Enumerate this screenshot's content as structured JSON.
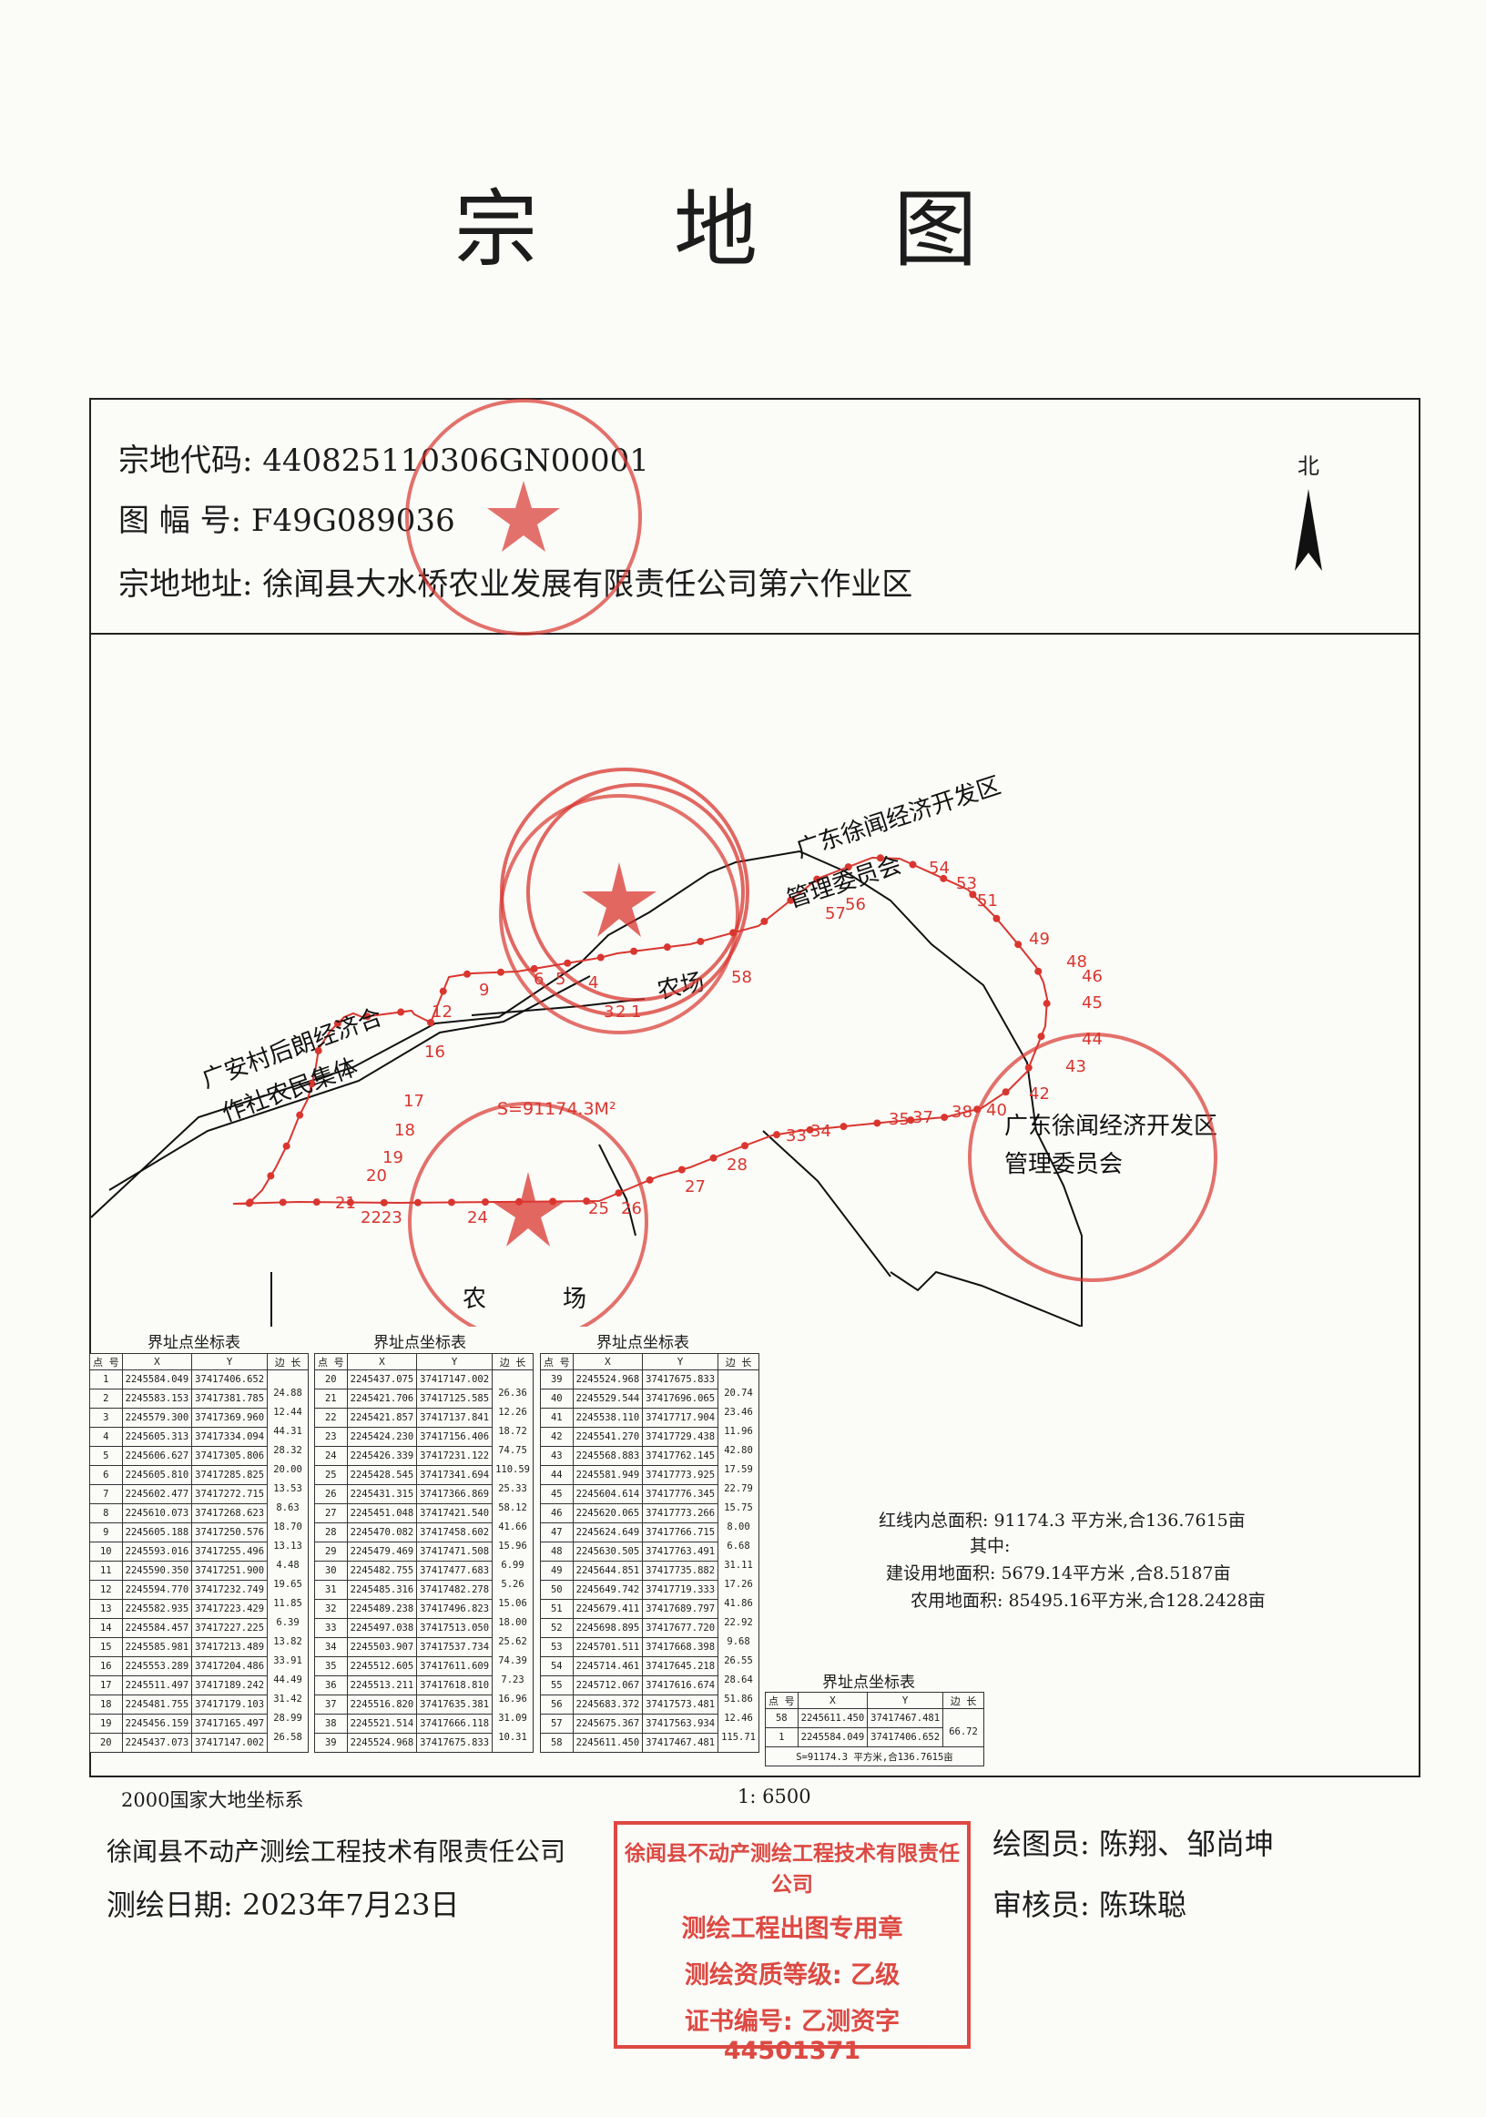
{
  "title": "宗 地 图",
  "header": {
    "code_label": "宗地代码:",
    "code": "440825110306GN00001",
    "sheet_label": "图 幅 号:",
    "sheet": "F49G089036",
    "addr_label": "宗地地址:",
    "addr": "徐闻县大水桥农业发展有限责任公司第六作业区"
  },
  "north": "北",
  "map": {
    "labels": {
      "neighbor_left_1": "广安村后朗经济合",
      "neighbor_left_2": "作社农民集体",
      "neighbor_top_1": "广东徐闻经济开发区",
      "neighbor_top_2": "管理委员会",
      "neighbor_right_1": "广东徐闻经济开发区",
      "neighbor_right_2": "管理委员会",
      "farm_upper": "农场",
      "farm_lower_1": "农",
      "farm_lower_2": "场",
      "area_label": "S=91174.3M²"
    },
    "colors": {
      "boundary": "#d9362f",
      "neighbor": "#111111",
      "stamp": "#d9362f"
    }
  },
  "tables": {
    "title": "界址点坐标表",
    "headers": {
      "no": "点 号",
      "x": "X",
      "y": "Y",
      "side": "边 长"
    },
    "t1": [
      [
        "1",
        "2245584.049",
        "37417406.652"
      ],
      [
        "2",
        "2245583.153",
        "37417381.785"
      ],
      [
        "3",
        "2245579.300",
        "37417369.960"
      ],
      [
        "4",
        "2245605.313",
        "37417334.094"
      ],
      [
        "5",
        "2245606.627",
        "37417305.806"
      ],
      [
        "6",
        "2245605.810",
        "37417285.825"
      ],
      [
        "7",
        "2245602.477",
        "37417272.715"
      ],
      [
        "8",
        "2245610.073",
        "37417268.623"
      ],
      [
        "9",
        "2245605.188",
        "37417250.576"
      ],
      [
        "10",
        "2245593.016",
        "37417255.496"
      ],
      [
        "11",
        "2245590.350",
        "37417251.900"
      ],
      [
        "12",
        "2245594.770",
        "37417232.749"
      ],
      [
        "13",
        "2245582.935",
        "37417223.429"
      ],
      [
        "14",
        "2245584.457",
        "37417227.225"
      ],
      [
        "15",
        "2245585.981",
        "37417213.489"
      ],
      [
        "16",
        "2245553.289",
        "37417204.486"
      ],
      [
        "17",
        "2245511.497",
        "37417189.242"
      ],
      [
        "18",
        "2245481.755",
        "37417179.103"
      ],
      [
        "19",
        "2245456.159",
        "37417165.497"
      ],
      [
        "20",
        "2245437.073",
        "37417147.002"
      ]
    ],
    "t1_sides": [
      "24.88",
      "12.44",
      "44.31",
      "28.32",
      "20.00",
      "13.53",
      "8.63",
      "18.70",
      "13.13",
      "4.48",
      "19.65",
      "11.85",
      "6.39",
      "13.82",
      "33.91",
      "44.49",
      "31.42",
      "28.99",
      "26.58"
    ],
    "t2": [
      [
        "20",
        "2245437.075",
        "37417147.002"
      ],
      [
        "21",
        "2245421.706",
        "37417125.585"
      ],
      [
        "22",
        "2245421.857",
        "37417137.841"
      ],
      [
        "23",
        "2245424.230",
        "37417156.406"
      ],
      [
        "24",
        "2245426.339",
        "37417231.122"
      ],
      [
        "25",
        "2245428.545",
        "37417341.694"
      ],
      [
        "26",
        "2245431.315",
        "37417366.869"
      ],
      [
        "27",
        "2245451.048",
        "37417421.540"
      ],
      [
        "28",
        "2245470.082",
        "37417458.602"
      ],
      [
        "29",
        "2245479.469",
        "37417471.508"
      ],
      [
        "30",
        "2245482.755",
        "37417477.683"
      ],
      [
        "31",
        "2245485.316",
        "37417482.278"
      ],
      [
        "32",
        "2245489.238",
        "37417496.823"
      ],
      [
        "33",
        "2245497.038",
        "37417513.050"
      ],
      [
        "34",
        "2245503.907",
        "37417537.734"
      ],
      [
        "35",
        "2245512.605",
        "37417611.609"
      ],
      [
        "36",
        "2245513.211",
        "37417618.810"
      ],
      [
        "37",
        "2245516.820",
        "37417635.381"
      ],
      [
        "38",
        "2245521.514",
        "37417666.118"
      ],
      [
        "39",
        "2245524.968",
        "37417675.833"
      ]
    ],
    "t2_sides": [
      "26.36",
      "12.26",
      "18.72",
      "74.75",
      "110.59",
      "25.33",
      "58.12",
      "41.66",
      "15.96",
      "6.99",
      "5.26",
      "15.06",
      "18.00",
      "25.62",
      "74.39",
      "7.23",
      "16.96",
      "31.09",
      "10.31"
    ],
    "t3": [
      [
        "39",
        "2245524.968",
        "37417675.833"
      ],
      [
        "40",
        "2245529.544",
        "37417696.065"
      ],
      [
        "41",
        "2245538.110",
        "37417717.904"
      ],
      [
        "42",
        "2245541.270",
        "37417729.438"
      ],
      [
        "43",
        "2245568.883",
        "37417762.145"
      ],
      [
        "44",
        "2245581.949",
        "37417773.925"
      ],
      [
        "45",
        "2245604.614",
        "37417776.345"
      ],
      [
        "46",
        "2245620.065",
        "37417773.266"
      ],
      [
        "47",
        "2245624.649",
        "37417766.715"
      ],
      [
        "48",
        "2245630.505",
        "37417763.491"
      ],
      [
        "49",
        "2245644.851",
        "37417735.882"
      ],
      [
        "50",
        "2245649.742",
        "37417719.333"
      ],
      [
        "51",
        "2245679.411",
        "37417689.797"
      ],
      [
        "52",
        "2245698.895",
        "37417677.720"
      ],
      [
        "53",
        "2245701.511",
        "37417668.398"
      ],
      [
        "54",
        "2245714.461",
        "37417645.218"
      ],
      [
        "55",
        "2245712.067",
        "37417616.674"
      ],
      [
        "56",
        "2245683.372",
        "37417573.481"
      ],
      [
        "57",
        "2245675.367",
        "37417563.934"
      ],
      [
        "58",
        "2245611.450",
        "37417467.481"
      ]
    ],
    "t3_sides": [
      "20.74",
      "23.46",
      "11.96",
      "42.80",
      "17.59",
      "22.79",
      "15.75",
      "8.00",
      "6.68",
      "31.11",
      "17.26",
      "41.86",
      "22.92",
      "9.68",
      "26.55",
      "28.64",
      "51.86",
      "12.46",
      "115.71"
    ],
    "t4": [
      [
        "58",
        "2245611.450",
        "37417467.481"
      ],
      [
        "1",
        "2245584.049",
        "37417406.652"
      ]
    ],
    "t4_side": "66.72",
    "t4_summary": "S=91174.3 平方米,合136.7615亩"
  },
  "area": {
    "total": "红线内总面积: 91174.3 平方米,合136.7615亩",
    "among": "其中:",
    "construction": "建设用地面积: 5679.14平方米 ,合8.5187亩",
    "agriculture": "农用地面积: 85495.16平方米,合128.2428亩"
  },
  "footer": {
    "coord_system": "2000国家大地坐标系",
    "scale": "1: 6500",
    "company": "徐闻县不动产测绘工程技术有限责任公司",
    "date": "测绘日期: 2023年7月23日",
    "drawer": "绘图员: 陈翔、邹尚坤",
    "reviewer": "审核员: 陈珠聪"
  },
  "stamp_box": {
    "line1": "徐闻县不动产测绘工程技术有限责任公司",
    "line2": "测绘工程出图专用章",
    "line3": "测绘资质等级: 乙级",
    "line4": "证书编号: 乙测资字44501371"
  }
}
